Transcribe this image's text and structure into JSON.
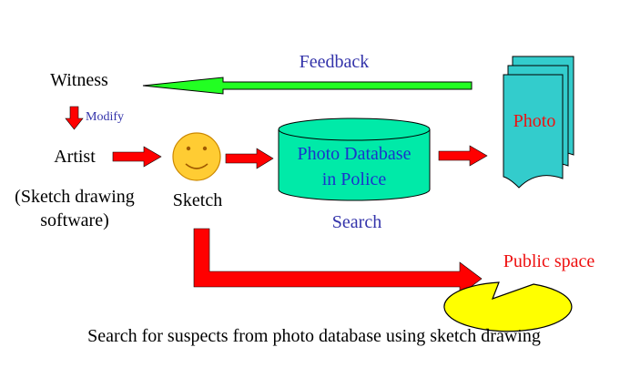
{
  "labels": {
    "witness": "Witness",
    "modify": "Modify",
    "artist": "Artist",
    "software_line1": "(Sketch drawing",
    "software_line2": "software)",
    "sketch": "Sketch",
    "database_line1": "Photo Database",
    "database_line2": "in Police",
    "search": "Search",
    "feedback": "Feedback",
    "photo": "Photo",
    "public_space": "Public space",
    "caption": "Search for suspects from photo database using sketch drawing"
  },
  "colors": {
    "red_arrow": "#ff0000",
    "green_arrow": "#22ff22",
    "blue_text": "#3333aa",
    "db_fill": "#00eaa8",
    "photo_fill": "#33cccc",
    "callout_fill": "#ffff00",
    "face_fill": "#ffcc33"
  },
  "icons": {
    "face": "smiley-face-icon",
    "documents": "document-stack-icon",
    "database": "cylinder-database-icon",
    "callout": "speech-bubble-icon"
  }
}
